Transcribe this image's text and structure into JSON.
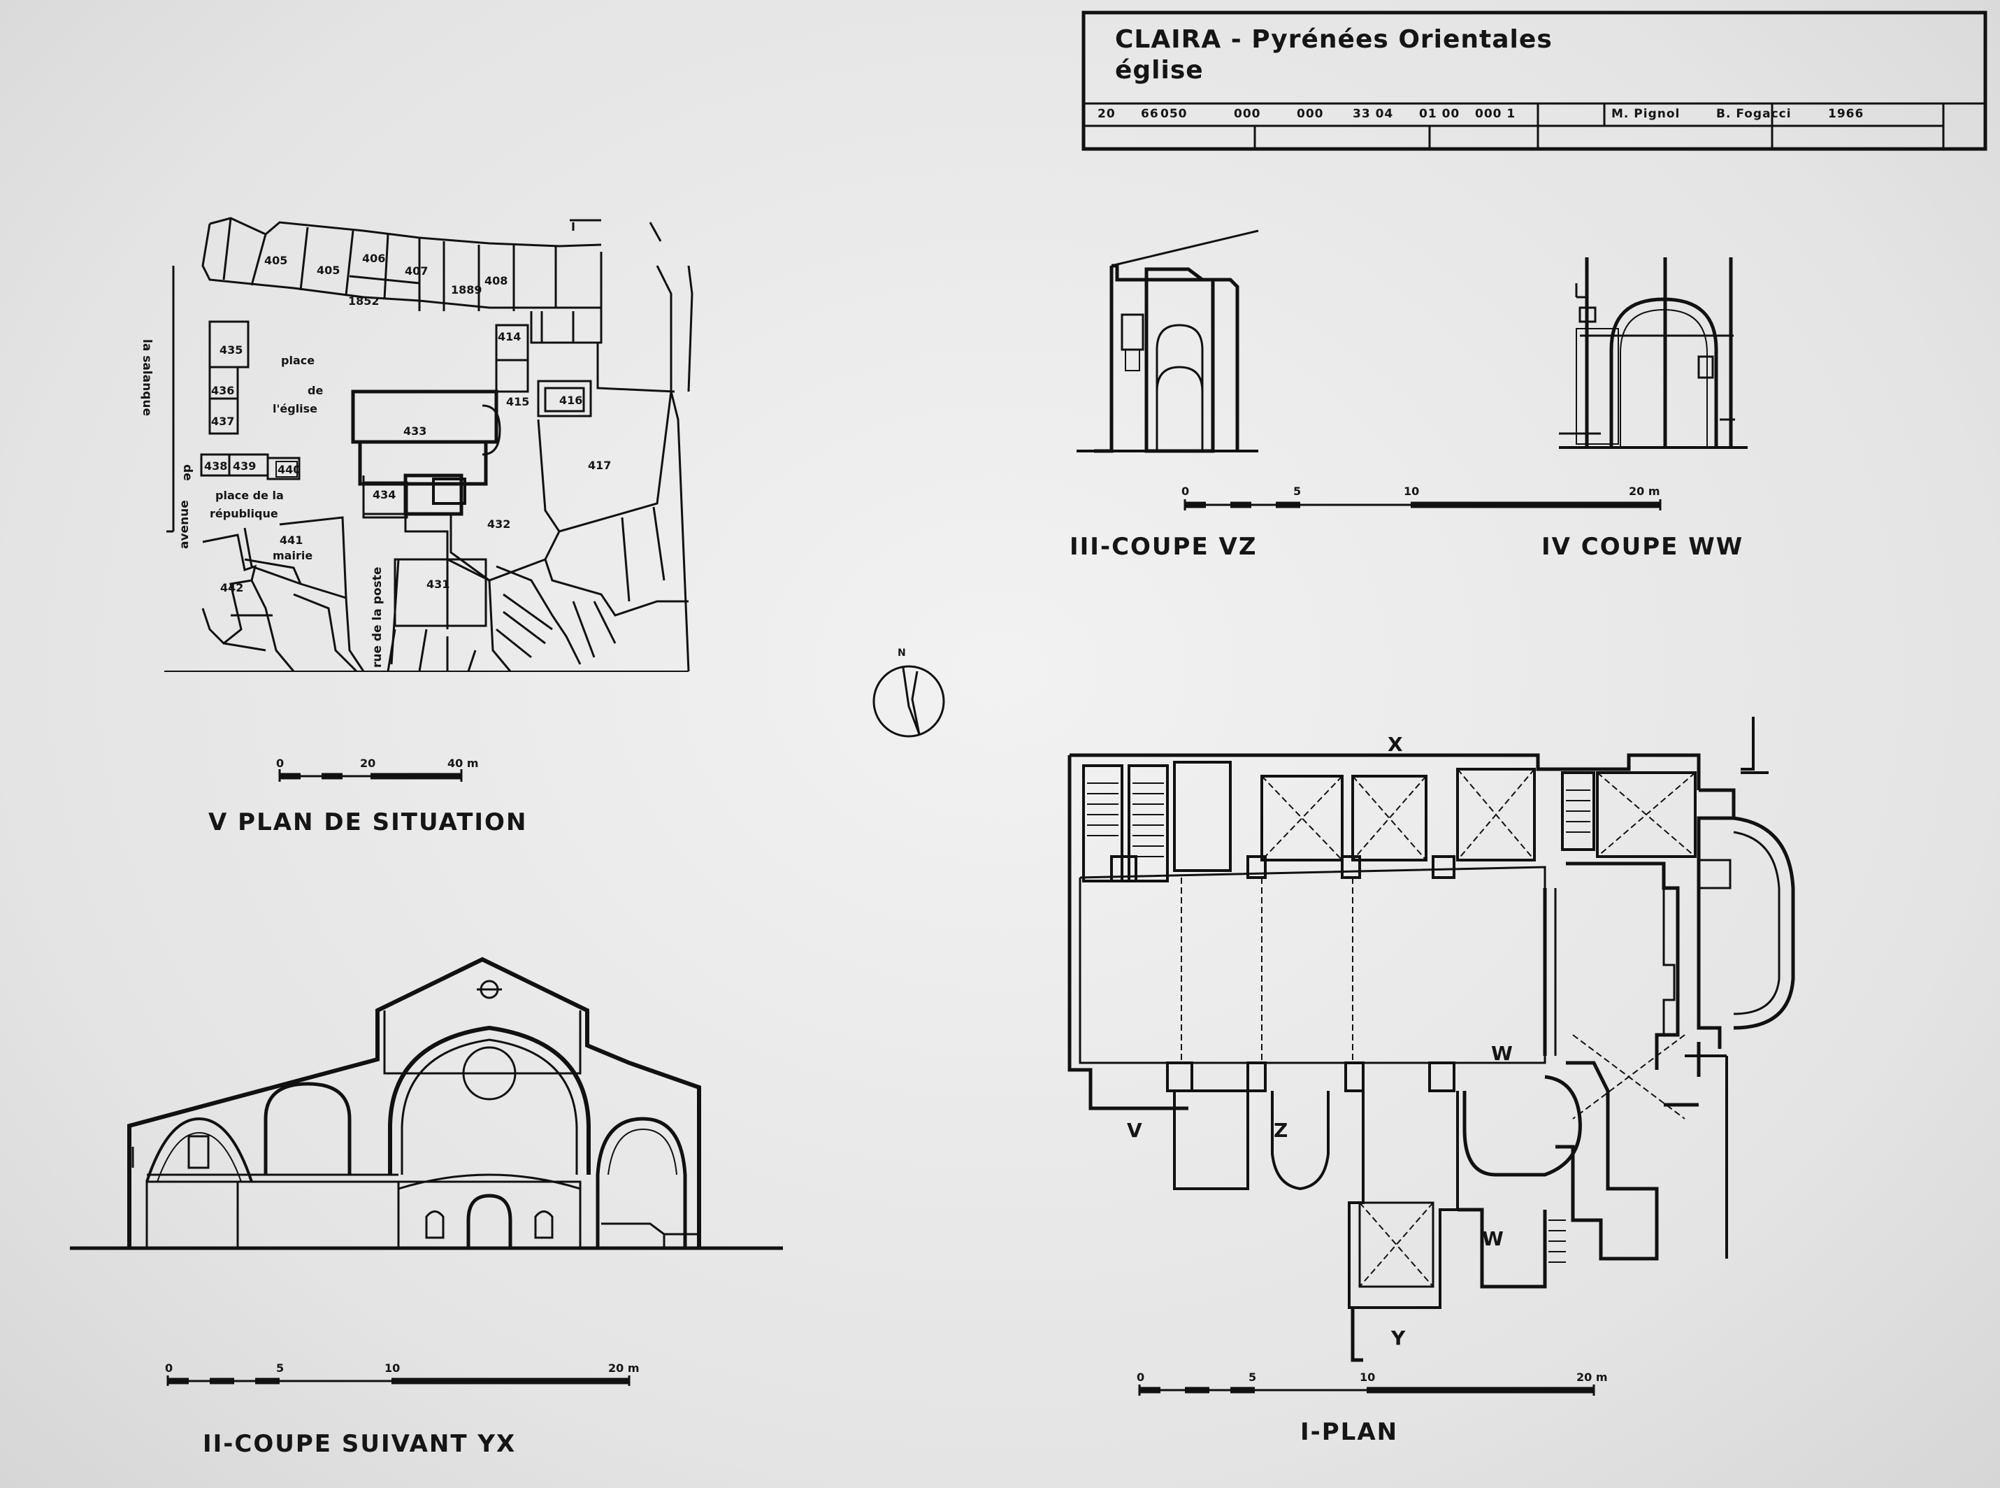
{
  "title_block": {
    "line1": "CLAIRA - Pyrénées   Orientales",
    "line2": "église",
    "ref_codes": [
      "20",
      "66",
      "050",
      "000",
      "000",
      "33 04",
      "01 00",
      "000 1"
    ],
    "authors": "M. Pignol",
    "author2": "B. Fogacci",
    "year": "1966"
  },
  "captions": {
    "plan": "I-PLAN",
    "coupe_yx": "II-COUPE   SUIVANT   YX",
    "coupe_vz": "III-COUPE  VZ",
    "coupe_ww": "IV COUPE  WW",
    "situation": "V PLAN  DE  SITUATION"
  },
  "section_letters": {
    "x": "X",
    "w_top": "W",
    "w_bottom": "W",
    "v": "V",
    "z": "Z",
    "y": "Y"
  },
  "situation_map": {
    "parcels": [
      "405",
      "405",
      "406",
      "1852",
      "407",
      "1889",
      "408",
      "414",
      "415",
      "416",
      "417",
      "433",
      "434",
      "432",
      "431",
      "435",
      "436",
      "437",
      "438",
      "439",
      "440",
      "441",
      "442"
    ],
    "places": {
      "eglise": [
        "place",
        "de",
        "l'église"
      ],
      "republique": [
        "place de la",
        "république"
      ],
      "mairie": "mairie"
    },
    "streets": {
      "salanque": "la salanque",
      "de": "de",
      "avenue": "avenue",
      "poste": "rue de la poste"
    }
  },
  "scales": {
    "situation": [
      "0",
      "20",
      "40 m"
    ],
    "coupe_yx": [
      "0",
      "5",
      "10",
      "20 m"
    ],
    "coupes_top": [
      "0",
      "5",
      "10",
      "20 m"
    ],
    "plan": [
      "0",
      "5",
      "10",
      "20 m"
    ]
  },
  "north_arrow": "N",
  "colors": {
    "ink": "#111111",
    "paper": "#ebebeb"
  }
}
